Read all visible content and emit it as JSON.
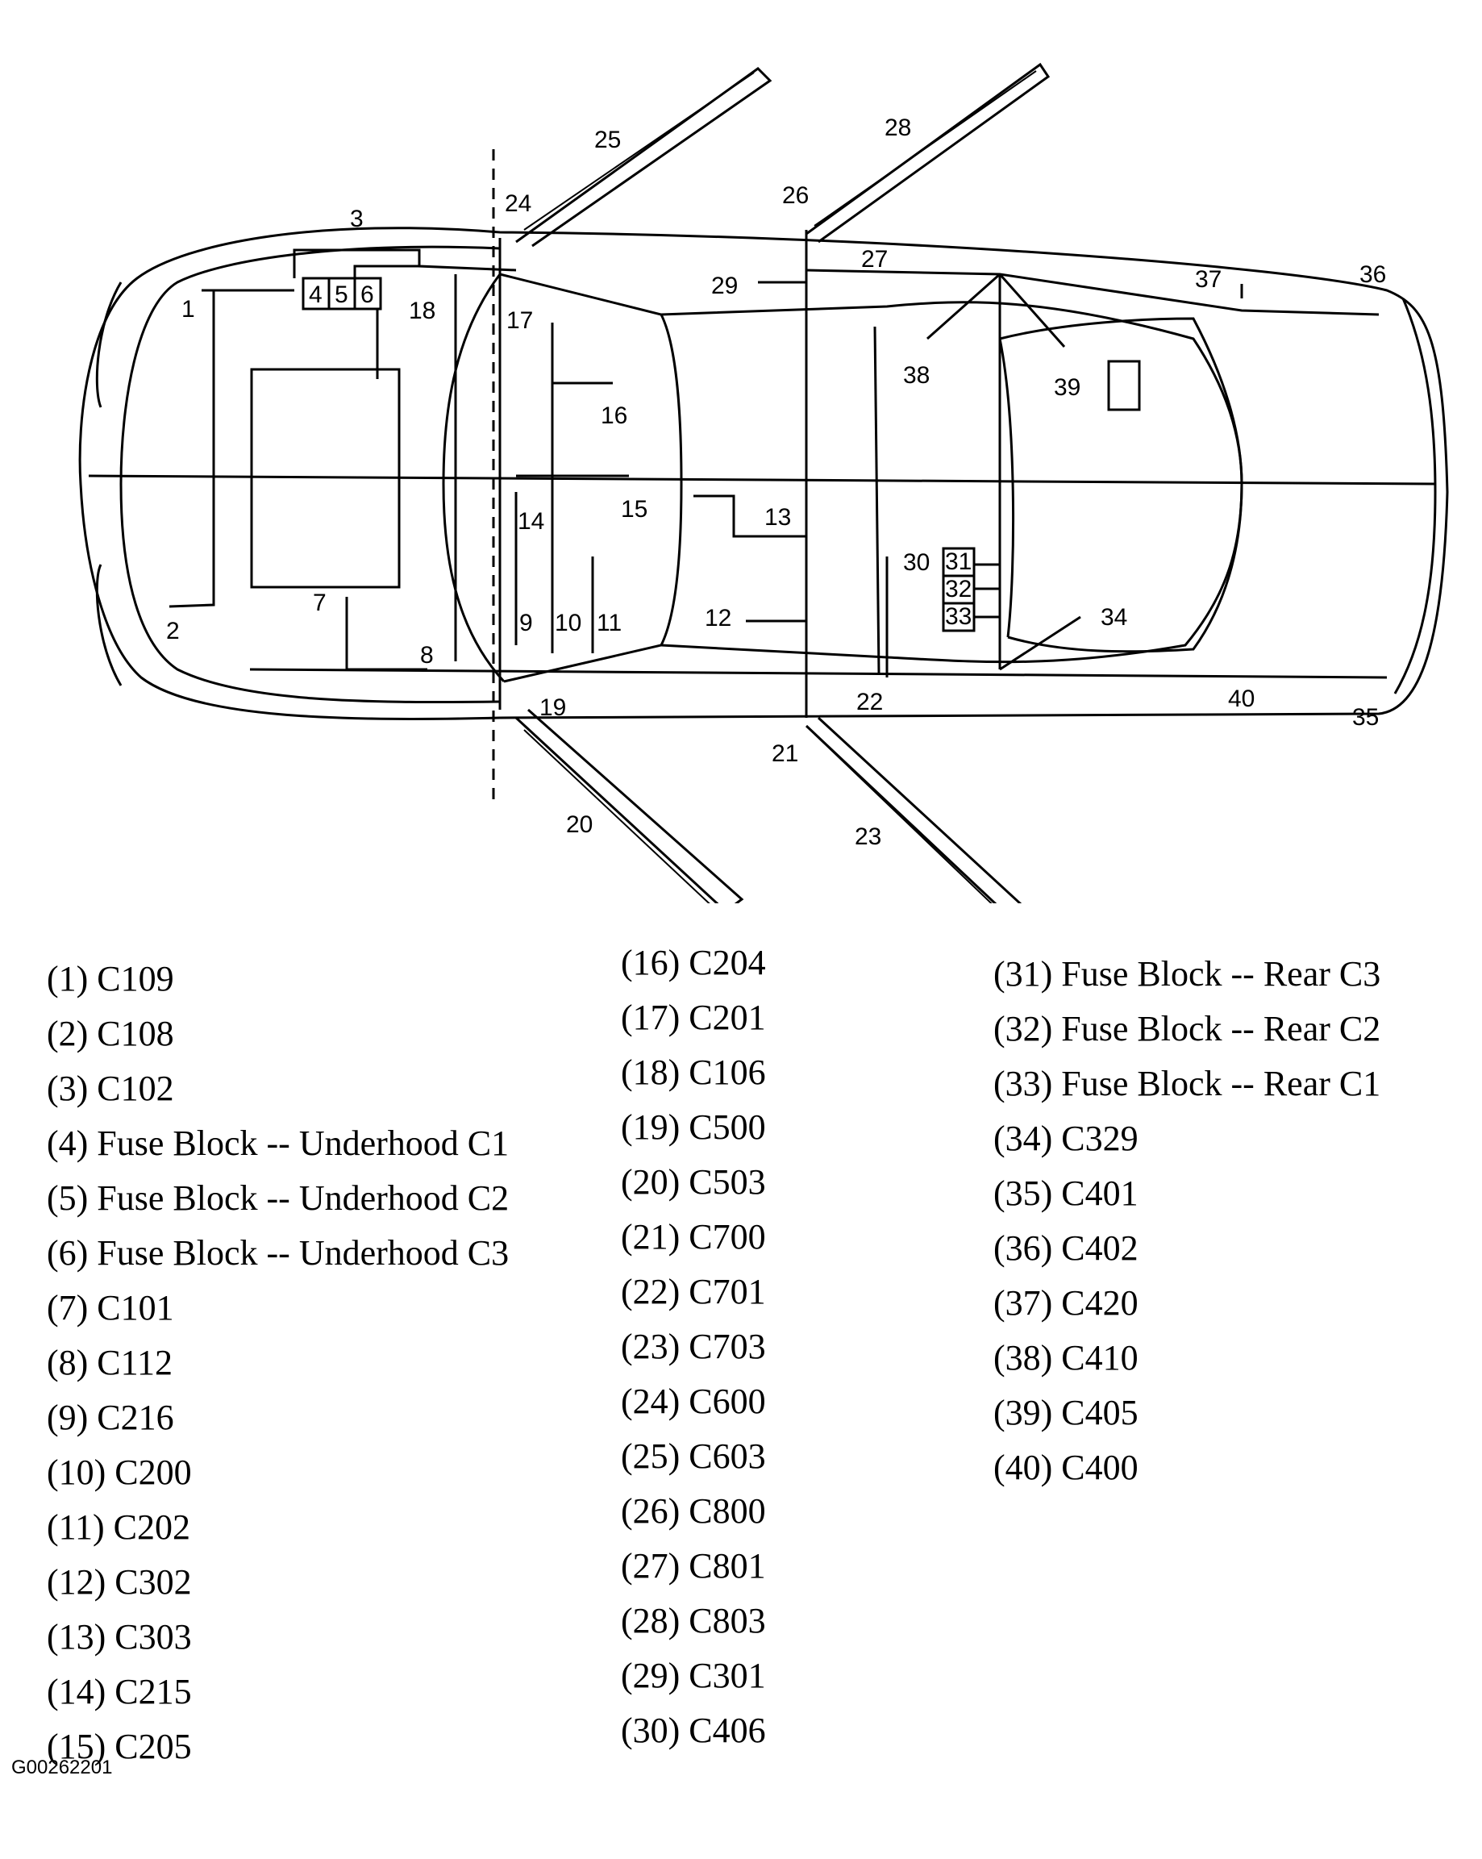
{
  "callouts": {
    "n1": "1",
    "n2": "2",
    "n3": "3",
    "n4": "4",
    "n5": "5",
    "n6": "6",
    "n7": "7",
    "n8": "8",
    "n9": "9",
    "n10": "10",
    "n11": "11",
    "n12": "12",
    "n13": "13",
    "n14": "14",
    "n15": "15",
    "n16": "16",
    "n17": "17",
    "n18": "18",
    "n19": "19",
    "n20": "20",
    "n21": "21",
    "n22": "22",
    "n23": "23",
    "n24": "24",
    "n25": "25",
    "n26": "26",
    "n27": "27",
    "n28": "28",
    "n29": "29",
    "n30": "30",
    "n31": "31",
    "n32": "32",
    "n33": "33",
    "n34": "34",
    "n35": "35",
    "n36": "36",
    "n37": "37",
    "n38": "38",
    "n39": "39",
    "n40": "40"
  },
  "legend": [
    "(1)  C109",
    "(2)  C108",
    "(3)  C102",
    "(4)  Fuse Block -- Underhood C1",
    "(5)  Fuse Block -- Underhood C2",
    "(6)  Fuse Block -- Underhood C3",
    "(7)  C101",
    "(8)  C112",
    "(9)  C216",
    "(10) C200",
    "(11) C202",
    "(12) C302",
    "(13) C303",
    "(14) C215",
    "(15) C205",
    "(16) C204",
    "(17) C201",
    "(18) C106",
    "(19) C500",
    "(20) C503",
    "(21) C700",
    "(22) C701",
    "(23) C703",
    "(24) C600",
    "(25) C603",
    "(26) C800",
    "(27) C801",
    "(28) C803",
    "(29) C301",
    "(30) C406",
    "(31) Fuse Block -- Rear C3",
    "(32) Fuse Block -- Rear C2",
    "(33) Fuse Block -- Rear C1",
    "(34) C329",
    "(35) C401",
    "(36) C402",
    "(37) C420",
    "(38) C410",
    "(39) C405",
    "(40) C400"
  ],
  "figure_id": "G00262201"
}
